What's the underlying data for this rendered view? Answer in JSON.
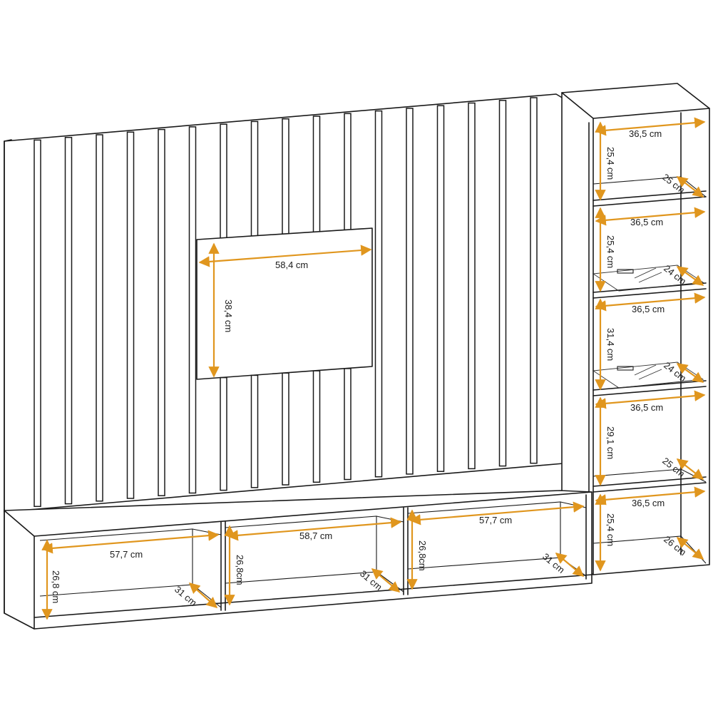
{
  "colors": {
    "line": "#1a1a1a",
    "dimension": "#e0961e",
    "background": "#ffffff"
  },
  "dimensions": {
    "tv_width": "58,4 cm",
    "tv_height": "38,4 cm",
    "base_left_width": "57,7 cm",
    "base_middle_width": "58,7 cm",
    "base_right_width": "57,7 cm",
    "base_left_height": "26,8 cm",
    "base_middle_height": "26,8cm",
    "base_right_height": "26,8cm",
    "base_left_depth": "31 cm",
    "base_middle_depth": "31 cm",
    "base_right_depth": "31 cm",
    "shelf1_width": "36,5 cm",
    "shelf1_height": "25,4 cm",
    "shelf1_depth": "25 cm",
    "shelf2_width": "36,5 cm",
    "shelf2_height": "25,4 cm",
    "shelf2_depth": "24 cm",
    "shelf3_width": "36,5 cm",
    "shelf3_height": "31,4 cm",
    "shelf3_depth": "24 cm",
    "shelf4_width": "36,5 cm",
    "shelf4_height": "29,1 cm",
    "shelf4_depth": "25 cm",
    "shelf5_width": "36,5 cm",
    "shelf5_height": "25,4 cm",
    "shelf5_depth": "26 cm"
  }
}
